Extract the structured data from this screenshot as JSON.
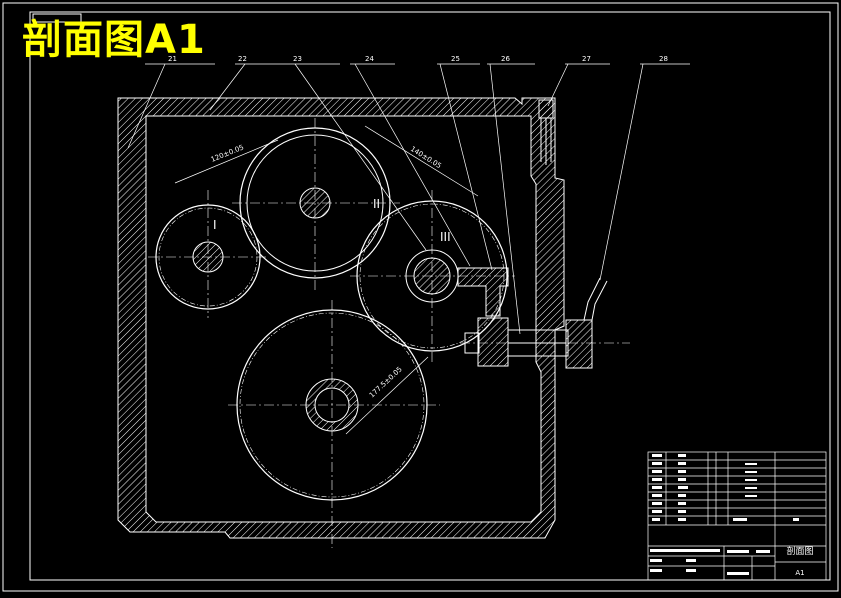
{
  "title": "剖面图A1",
  "callouts": [
    "21",
    "22",
    "23",
    "24",
    "25",
    "26",
    "27",
    "28"
  ],
  "shaft_labels": [
    "I",
    "II",
    "III"
  ],
  "dimensions": [
    "120±0.05",
    "140±0.05",
    "177.5±0.05"
  ],
  "title_block": {
    "drawing_name": "剖面图",
    "sheet_size": "A1"
  },
  "colors": {
    "background": "#000000",
    "outline": "#ffffff",
    "title": "#ffff00"
  }
}
